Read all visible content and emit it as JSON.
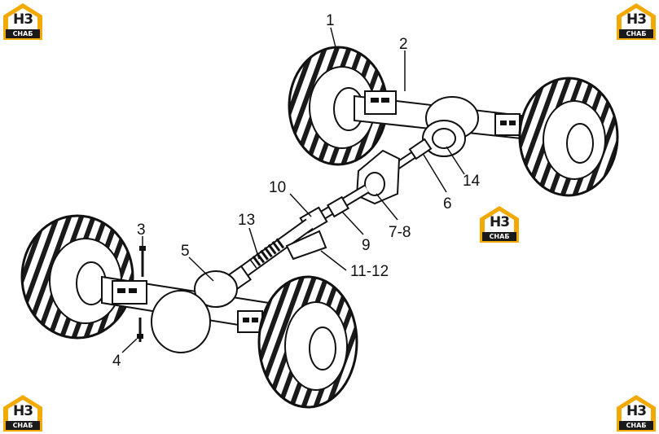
{
  "watermark": {
    "brand_top": "H3",
    "brand_bottom": "CHAБ",
    "accent_color": "#f2a900"
  },
  "callouts": [
    {
      "id": "1",
      "text": "1"
    },
    {
      "id": "2",
      "text": "2"
    },
    {
      "id": "3",
      "text": "3"
    },
    {
      "id": "4",
      "text": "4"
    },
    {
      "id": "5",
      "text": "5"
    },
    {
      "id": "6",
      "text": "6"
    },
    {
      "id": "7-8",
      "text": "7-8"
    },
    {
      "id": "9",
      "text": "9"
    },
    {
      "id": "10",
      "text": "10"
    },
    {
      "id": "11-12",
      "text": "11-12"
    },
    {
      "id": "13",
      "text": "13"
    },
    {
      "id": "14",
      "text": "14"
    }
  ]
}
